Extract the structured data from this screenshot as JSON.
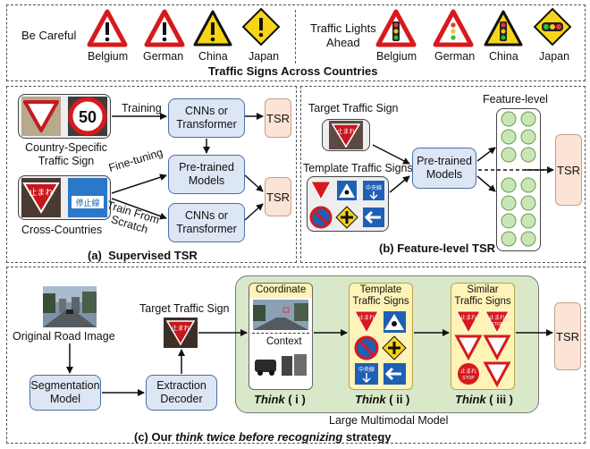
{
  "top": {
    "left_title": "Be Careful",
    "right_title": "Traffic Lights\nAhead",
    "caption": "Traffic Signs Across Countries",
    "countries_left": [
      "Belgium",
      "German",
      "China",
      "Japan"
    ],
    "countries_right": [
      "Belgium",
      "German",
      "China",
      "Japan"
    ]
  },
  "panel_a": {
    "training_label": "Training",
    "finetune_label": "Fine-tuning",
    "scratch_label": "Train From\nScratch",
    "cnn1": "CNNs or\nTransformer",
    "pretrained": "Pre-trained\nModels",
    "cnn2": "CNNs or\nTransformer",
    "tsr1": "TSR",
    "tsr2": "TSR",
    "country_specific": "Country-Specific\nTraffic Sign",
    "cross_countries": "Cross-Countries",
    "sign_50": "50",
    "sign_tomare": "止まれ",
    "sign_teishisen": "停止線",
    "caption": "(a)  Supervised TSR"
  },
  "panel_b": {
    "target_label": "Target Traffic Sign",
    "template_label": "Template Traffic Signs",
    "pretrained": "Pre-trained\nModels",
    "feature_label": "Feature-level",
    "tsr": "TSR",
    "caption": "(b) Feature-level TSR",
    "sign_chuosen": "中央線"
  },
  "panel_c": {
    "original_label": "Original Road Image",
    "segmentation": "Segmentation\nModel",
    "extraction": "Extraction\nDecoder",
    "target_label": "Target Traffic Sign",
    "coordinate": "Coordinate",
    "context": "Context",
    "template_title": "Template\nTraffic Signs",
    "similar_title": "Similar\nTraffic Signs",
    "think1_word": "Think",
    "think1_num": " ( i )",
    "think2_word": "Think",
    "think2_num": " ( ii )",
    "think3_word": "Think",
    "think3_num": " ( iii )",
    "lmm_label": "Large Multimodal Model",
    "tsr": "TSR",
    "caption_prefix": "(c) Our ",
    "caption_italic": "think twice before recognizing",
    "caption_suffix": " strategy",
    "stop_text": "STOP"
  },
  "colors": {
    "sign_red": "#d7191c",
    "sign_yellow": "#f7d417",
    "sign_blue": "#1f5fb5",
    "box_blue": "#dde6f5",
    "box_pink": "#fbe3d6",
    "box_green": "#d9e8c8",
    "feature_green": "#c9e7b5"
  }
}
